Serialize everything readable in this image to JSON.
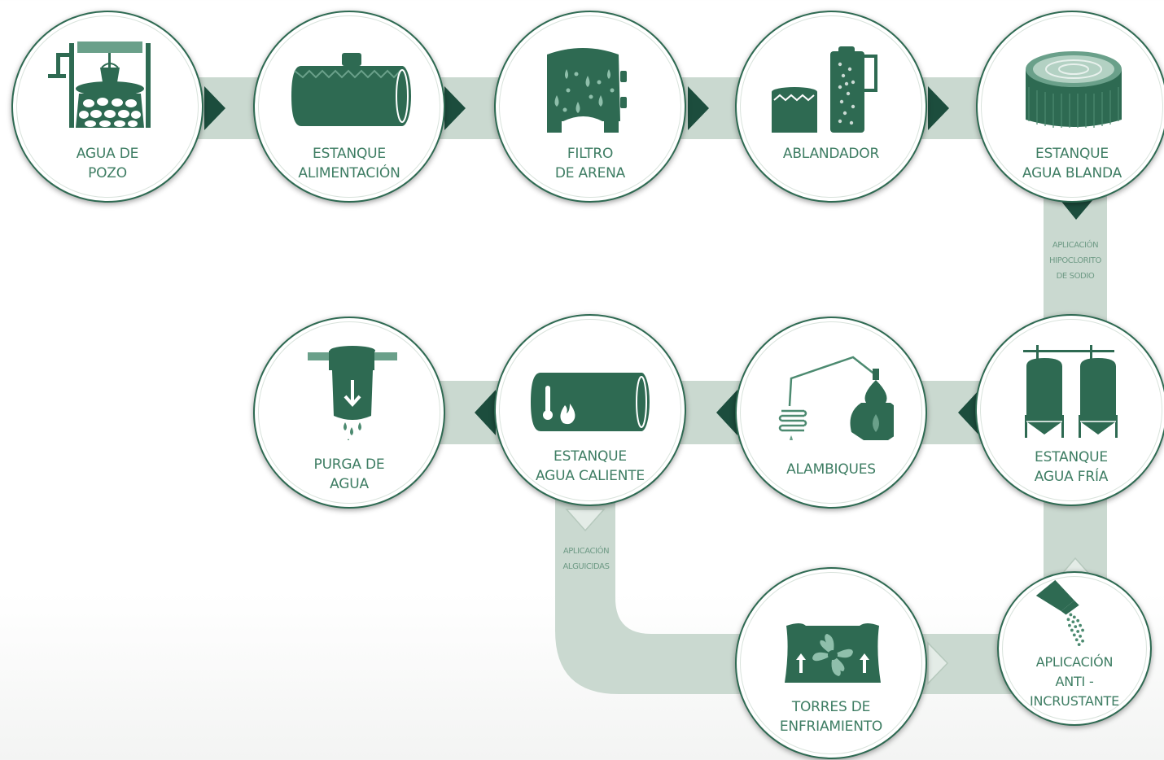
{
  "colors": {
    "band": "#cad9d0",
    "arrow": "#1c4d3d",
    "icon": "#2e6a52",
    "icon_light": "#6aa08a",
    "label": "#3e7d63",
    "note": "#6e9a85"
  },
  "nodes": [
    {
      "id": "agua-de-pozo",
      "icon": "well-icon",
      "label": [
        "AGUA DE",
        "POZO"
      ]
    },
    {
      "id": "estanque-alimentacion",
      "icon": "horizontal-tank-icon",
      "label": [
        "ESTANQUE",
        "ALIMENTACIÓN"
      ]
    },
    {
      "id": "filtro-de-arena",
      "icon": "sand-filter-icon",
      "label": [
        "FILTRO",
        "DE ARENA"
      ]
    },
    {
      "id": "ablandador",
      "icon": "water-softener-icon",
      "label": [
        "ABLANDADOR"
      ]
    },
    {
      "id": "estanque-agua-blanda",
      "icon": "open-tank-icon",
      "label": [
        "ESTANQUE",
        "AGUA BLANDA"
      ]
    },
    {
      "id": "estanque-agua-fria",
      "icon": "twin-silo-icon",
      "label": [
        "ESTANQUE",
        "AGUA FRÍA"
      ]
    },
    {
      "id": "alambiques",
      "icon": "alembic-still-icon",
      "label": [
        "ALAMBIQUES"
      ]
    },
    {
      "id": "estanque-agua-caliente",
      "icon": "heated-tank-icon",
      "label": [
        "ESTANQUE",
        "AGUA CALIENTE"
      ]
    },
    {
      "id": "purga-de-agua",
      "icon": "purge-filter-icon",
      "label": [
        "PURGA DE",
        "AGUA"
      ]
    },
    {
      "id": "torres-de-enfriamiento",
      "icon": "cooling-tower-icon",
      "label": [
        "TORRES DE",
        "ENFRIAMIENTO"
      ]
    },
    {
      "id": "aplicacion-anti-incrustante",
      "icon": "dosing-pour-icon",
      "label": [
        "APLICACIÓN",
        "ANTI -",
        "INCRUSTANTE"
      ]
    }
  ],
  "notes": [
    {
      "id": "note-hipoclorito",
      "lines": [
        "APLICACIÓN",
        "HIPOCLORITO",
        "DE SODIO"
      ]
    },
    {
      "id": "note-alguicidas",
      "lines": [
        "APLICACIÓN",
        "ALGUICIDAS"
      ]
    }
  ]
}
